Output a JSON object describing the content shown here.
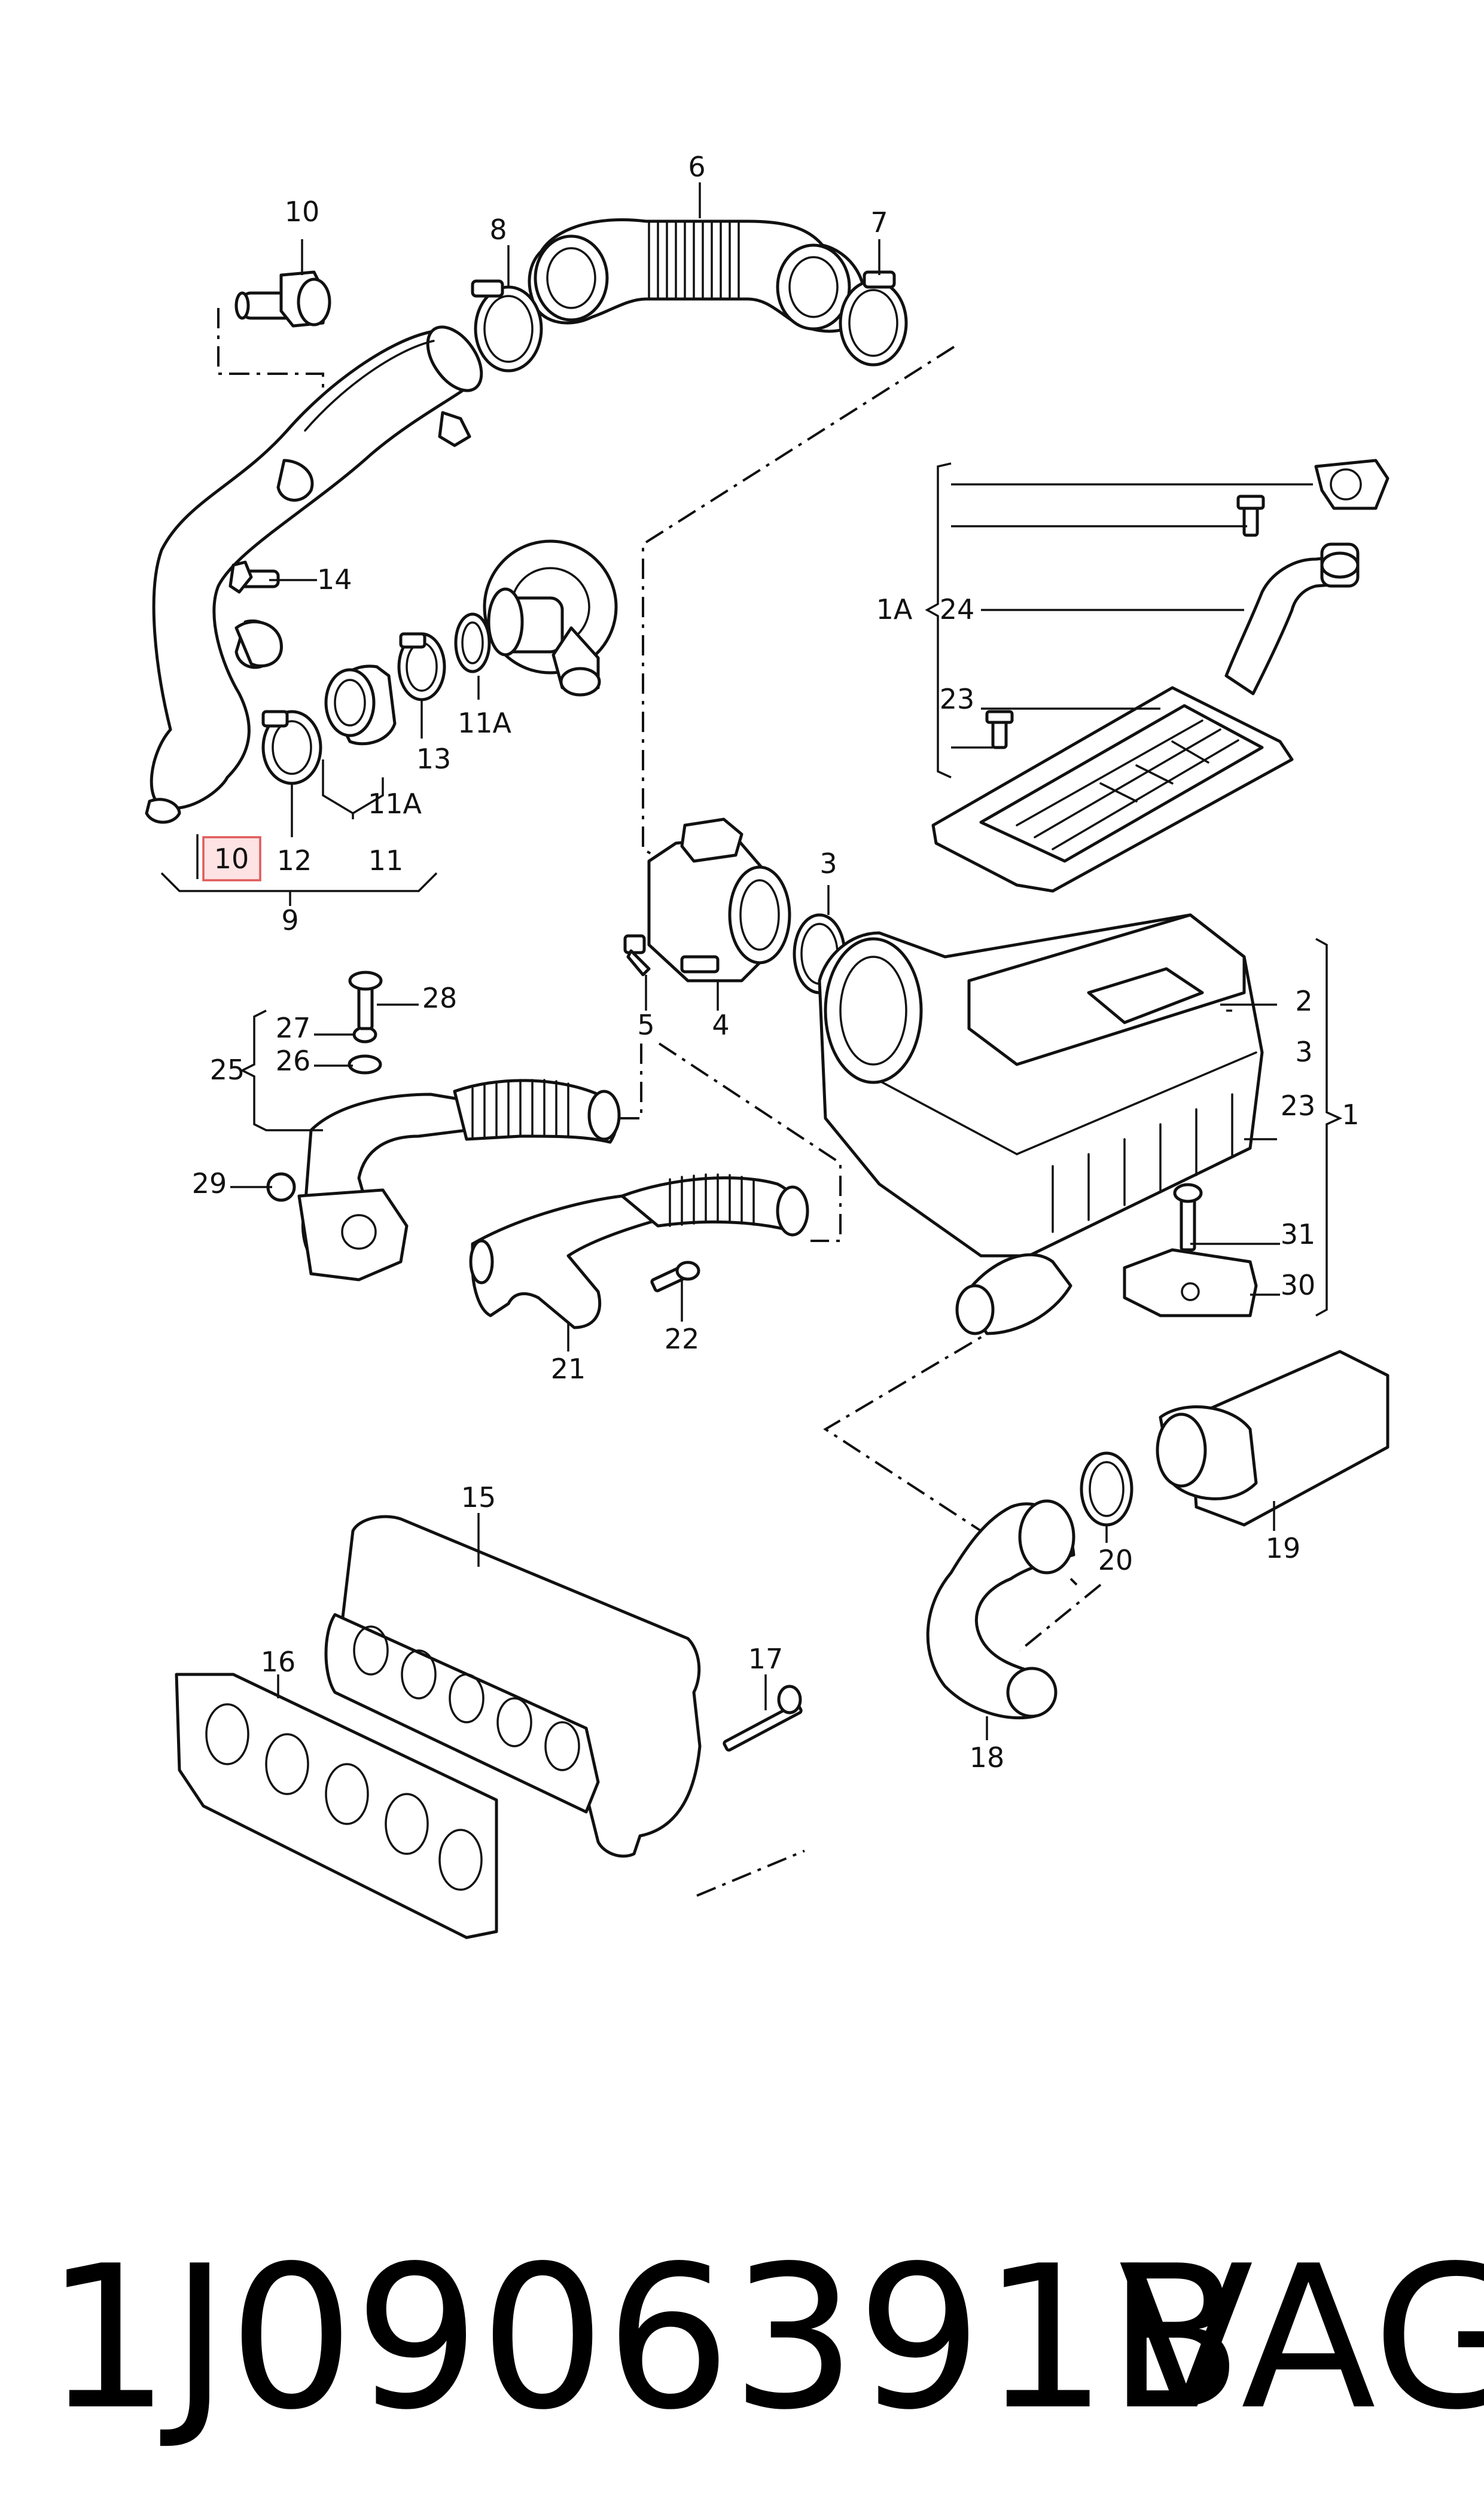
{
  "labels": {
    "l1": "1",
    "l1A": "1A",
    "l2": "2",
    "l3a": "3",
    "l3b": "3",
    "l4": "4",
    "l5": "5",
    "l6": "6",
    "l7": "7",
    "l8": "8",
    "l9": "9",
    "l10a": "10",
    "l10b": "10",
    "l11": "11",
    "l11A_a": "11A",
    "l11A_b": "11A",
    "l12": "12",
    "l13": "13",
    "l14": "14",
    "l15": "15",
    "l16": "16",
    "l17": "17",
    "l18": "18",
    "l19": "19",
    "l20": "20",
    "l21": "21",
    "l22": "22",
    "l23a": "23",
    "l23b": "23",
    "l24": "24",
    "l25": "25",
    "l26": "26",
    "l27": "27",
    "l28": "28",
    "l29": "29",
    "l30": "30",
    "l31": "31"
  },
  "highlight_color": "#e05a5a",
  "footer": {
    "part_number": "1J0906391B",
    "brand": "VAG"
  }
}
